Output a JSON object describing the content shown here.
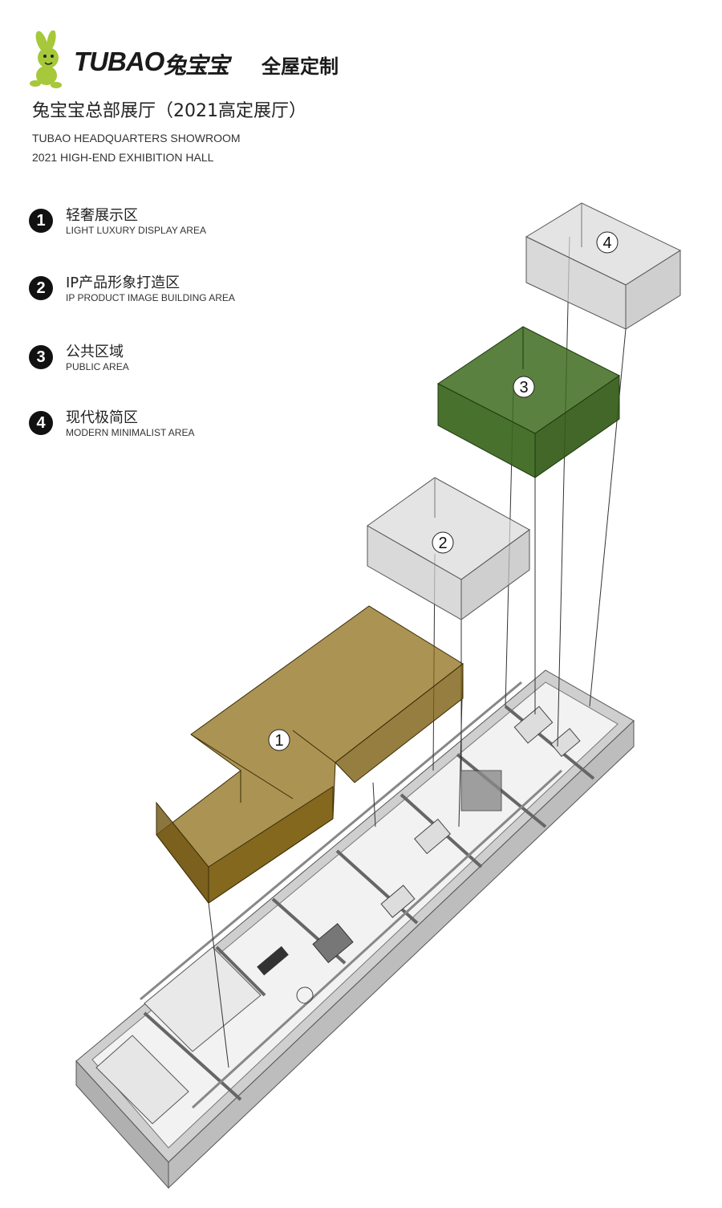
{
  "brand": {
    "latin": "TUBAO",
    "cn": "兔宝宝",
    "tagline": "全屋定制"
  },
  "title": {
    "cn": "兔宝宝总部展厅（2021高定展厅）",
    "en_line1": "TUBAO HEADQUARTERS SHOWROOM",
    "en_line2": "2021 HIGH-END EXHIBITION HALL"
  },
  "legend": [
    {
      "number": "1",
      "cn": "轻奢展示区",
      "en": "LIGHT LUXURY DISPLAY AREA"
    },
    {
      "number": "2",
      "cn": "IP产品形象打造区",
      "en": "IP PRODUCT IMAGE BUILDING AREA"
    },
    {
      "number": "3",
      "cn": "公共区域",
      "en": "PUBLIC AREA"
    },
    {
      "number": "4",
      "cn": "现代极简区",
      "en": "MODERN MINIMALIST AREA"
    }
  ],
  "zones": [
    {
      "label": "1",
      "color": "#8a6a12"
    },
    {
      "label": "2",
      "color": "#d9d9d9"
    },
    {
      "label": "3",
      "color": "#3e6b1f"
    },
    {
      "label": "4",
      "color": "#d9d9d9"
    }
  ],
  "colors": {
    "luxury_zone": "#8a6a12",
    "public_zone": "#3e6b1f",
    "neutral_zone": "#d9d9d9",
    "floor": "#f2f2f2",
    "wall": "#cfcfcf",
    "logo_green": "#a6c83a"
  },
  "icons": {
    "logo": "rabbit-mascot-icon"
  }
}
